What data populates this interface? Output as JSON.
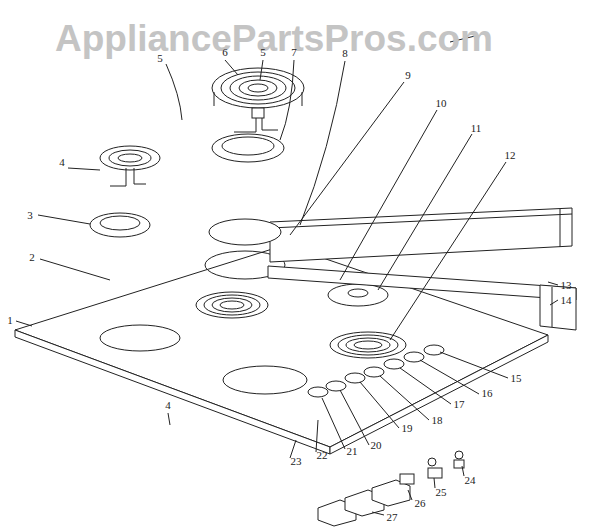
{
  "diagram": {
    "labels": [
      "AppliancePartsPros.com",
      "6",
      "5",
      "7",
      "8",
      "5",
      "9",
      "10",
      "11",
      "4",
      "3",
      "12",
      "2",
      "13",
      "14",
      "1",
      "15",
      "16",
      "17",
      "18",
      "19",
      "20",
      "21",
      "22",
      "23",
      "4",
      "24",
      "25",
      "26",
      "27"
    ]
  }
}
